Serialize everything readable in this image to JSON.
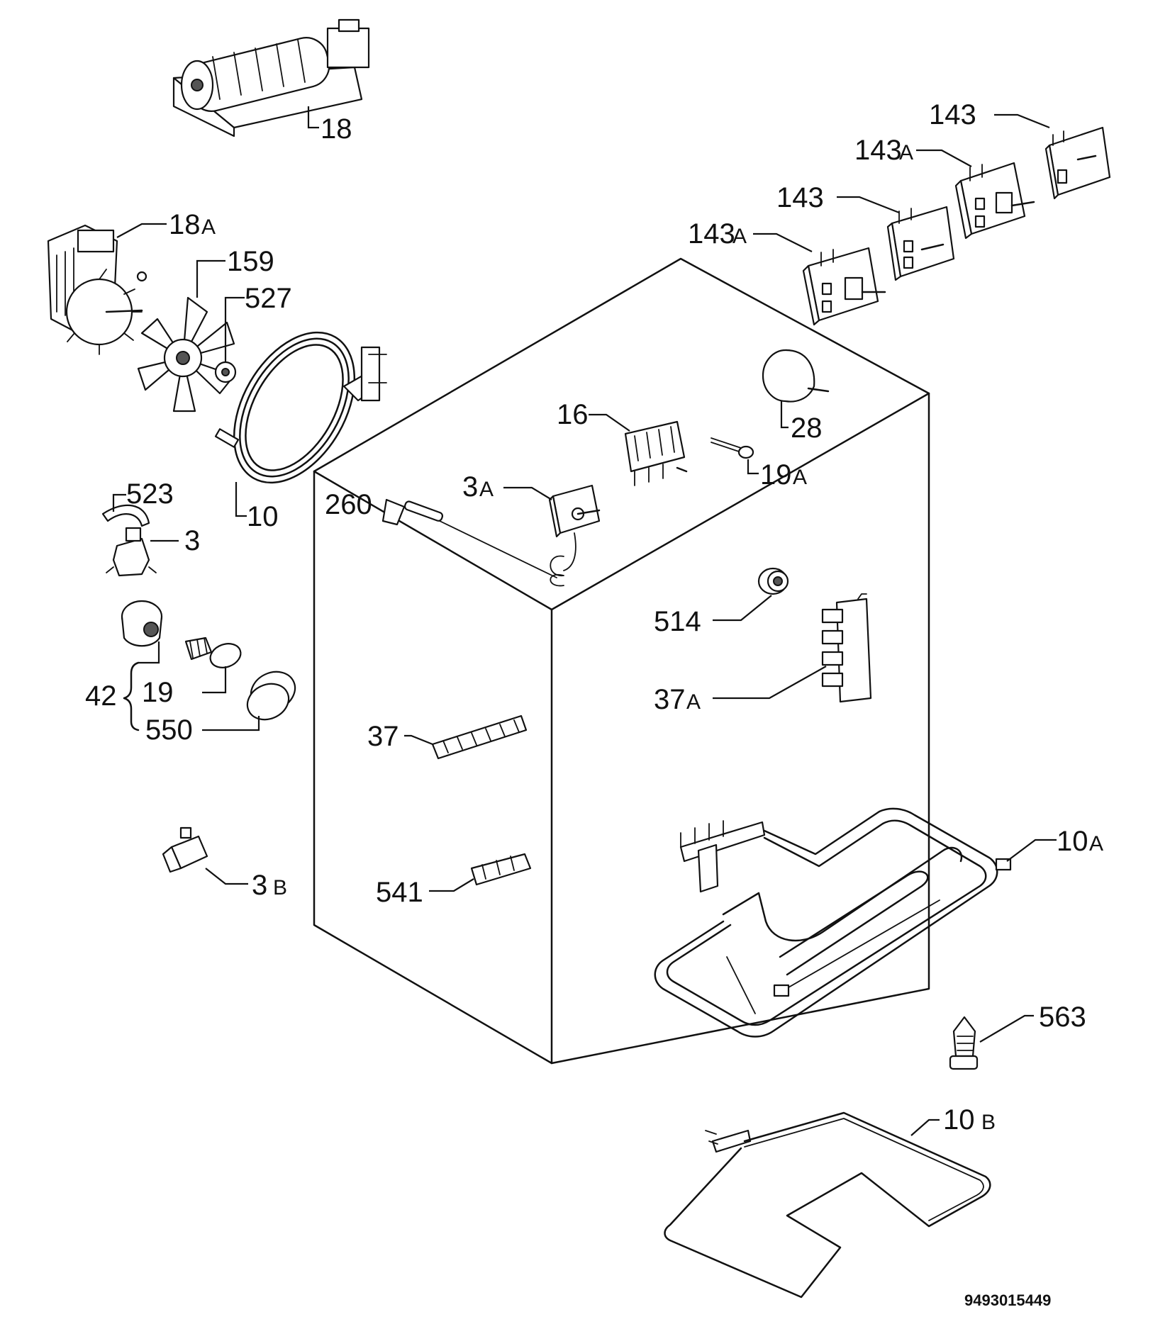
{
  "labels": {
    "l18": "18",
    "l18a": "18",
    "l159": "159",
    "l527": "527",
    "l523": "523",
    "l3": "3",
    "l10": "10",
    "l42": "42",
    "l19": "19",
    "l550": "550",
    "l3b": "3",
    "l143_top": "143",
    "l143a_top": "143",
    "l143_mid": "143",
    "l143a_mid": "143",
    "l28": "28",
    "l16": "16",
    "l19a": "19",
    "l3a": "3",
    "l260": "260",
    "l514": "514",
    "l37a": "37",
    "l37": "37",
    "l541": "541",
    "l10a": "10",
    "l563": "563",
    "l10b": "10"
  },
  "suffixes": {
    "a": "A",
    "b": "B"
  },
  "drawing_code": "9493015449"
}
